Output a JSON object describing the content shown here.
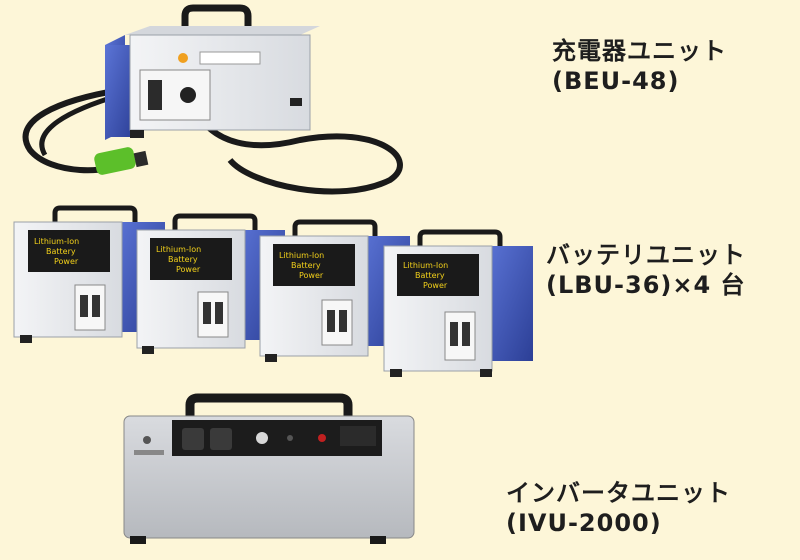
{
  "products": {
    "charger": {
      "name": "充電器ユニット",
      "model": "(BEU-48)"
    },
    "battery": {
      "name": "バッテリユニット",
      "model": "(LBU-36)×4 台"
    },
    "inverter": {
      "name": "インバータユニット",
      "model": "(IVU-2000)"
    }
  },
  "battery_panel": {
    "line1": "Lithium-Ion",
    "line2": "Battery",
    "line3": "Power"
  },
  "colors": {
    "background": "#fdf6d8",
    "unit_blue": "#3b54b4",
    "unit_panel": "#e8eaee",
    "inverter_body": "#c9ccd1",
    "cable_green": "#5cbf2a"
  }
}
